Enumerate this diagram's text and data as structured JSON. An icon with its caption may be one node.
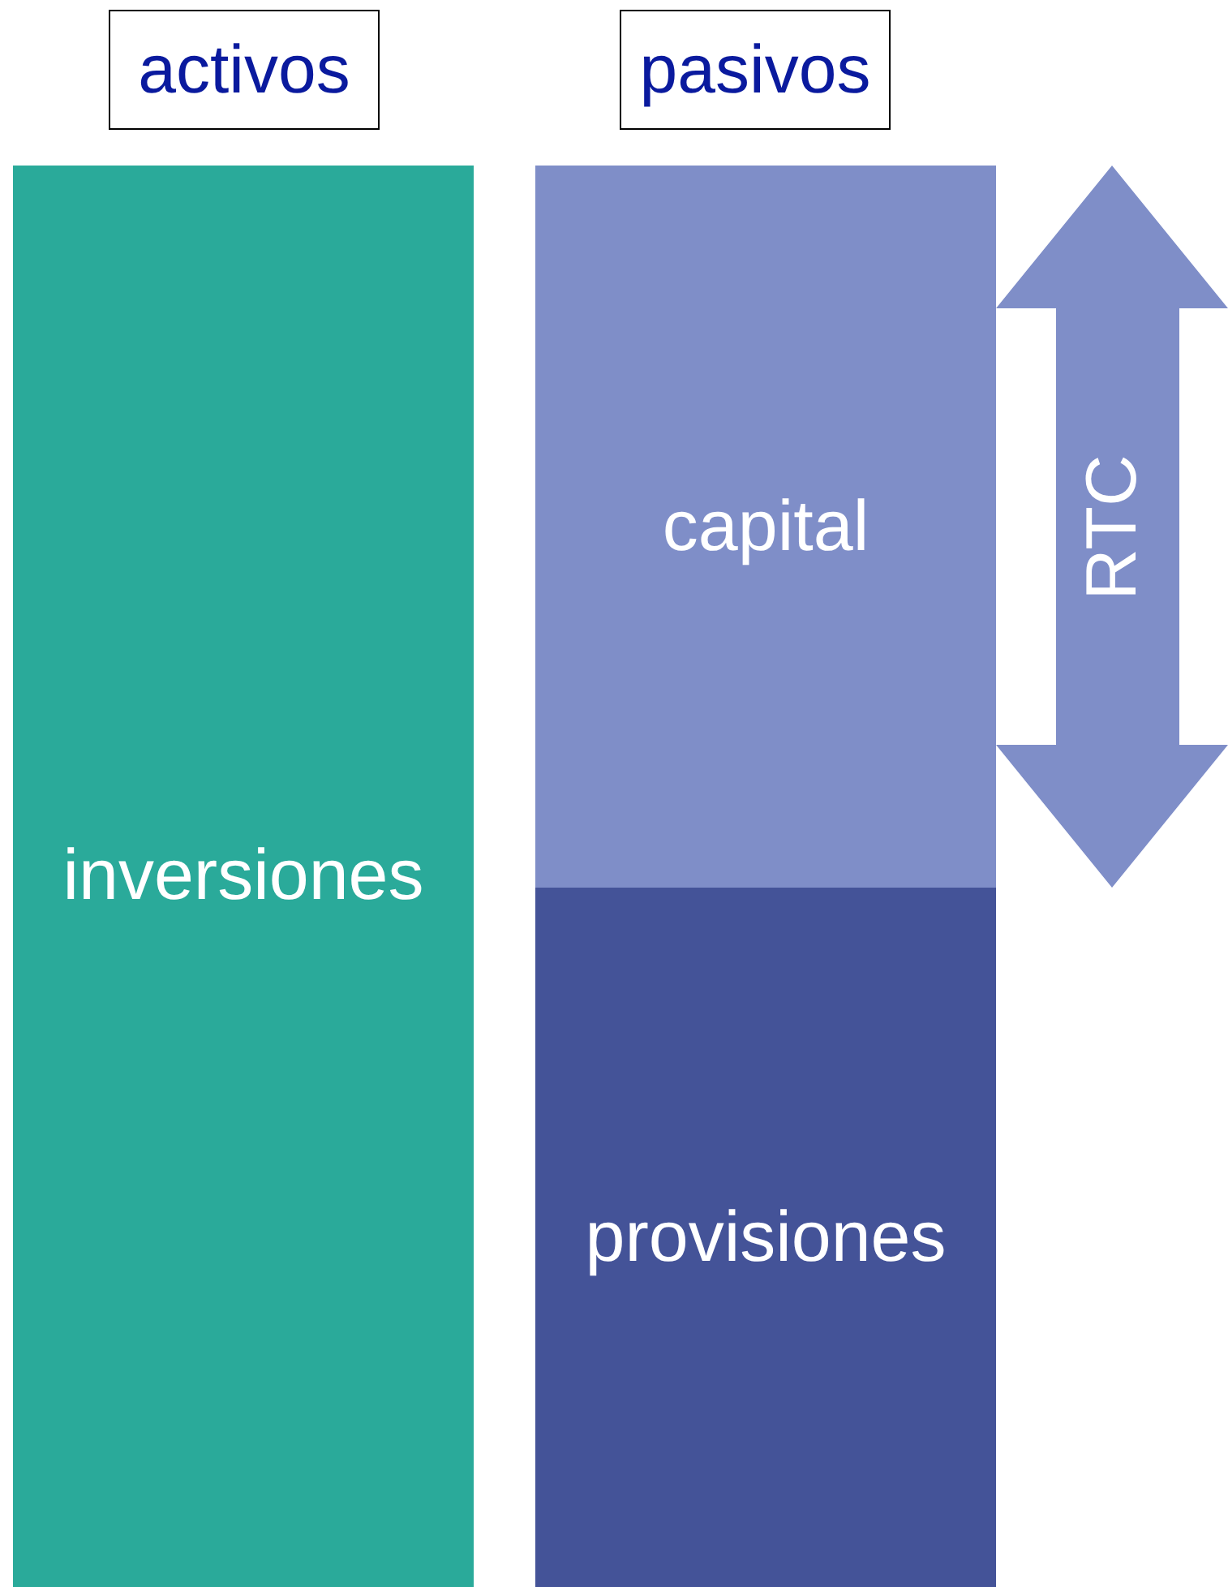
{
  "diagram": {
    "nodes": [
      {
        "text": [
          "activos"
        ]
      },
      {
        "text": [
          "pasivos"
        ]
      },
      {
        "text": [
          "inversiones"
        ]
      },
      {
        "text": [
          "capital"
        ]
      },
      {
        "text": [
          "provisiones"
        ]
      },
      {
        "text": [
          "RTC"
        ]
      }
    ]
  }
}
